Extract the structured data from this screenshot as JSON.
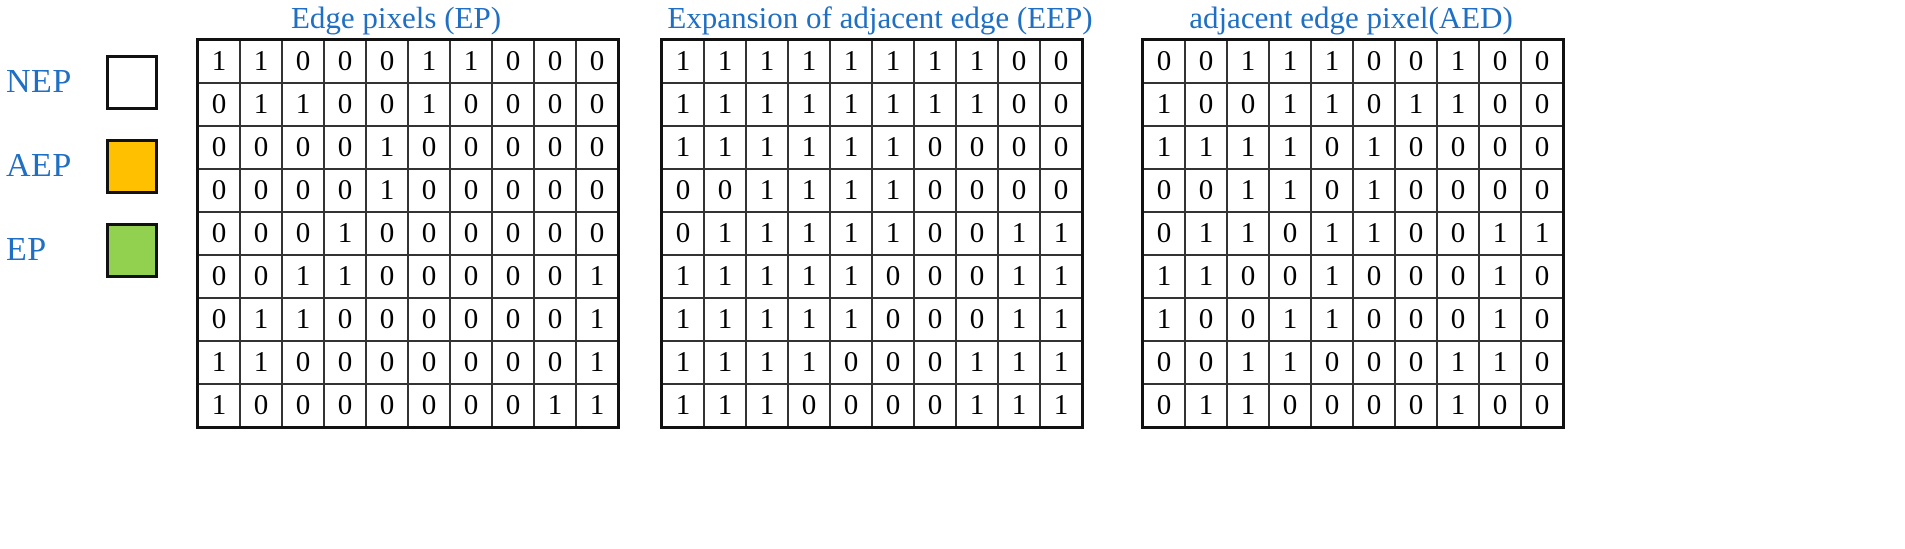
{
  "legend": {
    "items": [
      {
        "label": "NEP",
        "color": "#ffffff",
        "swatch_name": "nep-swatch"
      },
      {
        "label": "AEP",
        "color": "#FFC000",
        "swatch_name": "aep-swatch"
      },
      {
        "label": "EP",
        "color": "#92D050",
        "swatch_name": "ep-swatch"
      }
    ]
  },
  "colors": {
    "title_blue": "#1F6FC4",
    "green_ep": "#92D050",
    "yellow_aep": "#FFC000",
    "white_nep": "#ffffff",
    "border": "#111111"
  },
  "matrices": [
    {
      "id": "edge-pixels",
      "title": "Edge pixels (EP)",
      "rows": 9,
      "cols": 10,
      "values": [
        [
          "1",
          "1",
          "0",
          "0",
          "0",
          "1",
          "1",
          "0",
          "0",
          "0"
        ],
        [
          "0",
          "1",
          "1",
          "0",
          "0",
          "1",
          "0",
          "0",
          "0",
          "0"
        ],
        [
          "0",
          "0",
          "0",
          "0",
          "1",
          "0",
          "0",
          "0",
          "0",
          "0"
        ],
        [
          "0",
          "0",
          "0",
          "0",
          "1",
          "0",
          "0",
          "0",
          "0",
          "0"
        ],
        [
          "0",
          "0",
          "0",
          "1",
          "0",
          "0",
          "0",
          "0",
          "0",
          "0"
        ],
        [
          "0",
          "0",
          "1",
          "1",
          "0",
          "0",
          "0",
          "0",
          "0",
          "1"
        ],
        [
          "0",
          "1",
          "1",
          "0",
          "0",
          "0",
          "0",
          "0",
          "0",
          "1"
        ],
        [
          "1",
          "1",
          "0",
          "0",
          "0",
          "0",
          "0",
          "0",
          "0",
          "1"
        ],
        [
          "1",
          "0",
          "0",
          "0",
          "0",
          "0",
          "0",
          "0",
          "1",
          "1"
        ]
      ],
      "classes": [
        [
          "g",
          "g",
          "w",
          "w",
          "w",
          "g",
          "g",
          "w",
          "w",
          "w"
        ],
        [
          "w",
          "g",
          "g",
          "w",
          "w",
          "g",
          "w",
          "w",
          "w",
          "w"
        ],
        [
          "w",
          "w",
          "w",
          "w",
          "g",
          "w",
          "w",
          "w",
          "w",
          "w"
        ],
        [
          "w",
          "w",
          "w",
          "w",
          "g",
          "w",
          "w",
          "w",
          "w",
          "w"
        ],
        [
          "w",
          "w",
          "w",
          "g",
          "w",
          "w",
          "w",
          "w",
          "w",
          "w"
        ],
        [
          "w",
          "w",
          "g",
          "g",
          "w",
          "w",
          "w",
          "w",
          "w",
          "g"
        ],
        [
          "w",
          "g",
          "g",
          "w",
          "w",
          "w",
          "w",
          "w",
          "w",
          "g"
        ],
        [
          "g",
          "g",
          "w",
          "w",
          "w",
          "w",
          "w",
          "w",
          "w",
          "g"
        ],
        [
          "g",
          "w",
          "w",
          "w",
          "w",
          "w",
          "w",
          "w",
          "g",
          "g"
        ]
      ]
    },
    {
      "id": "expansion-adjacent-edge",
      "title": "Expansion of adjacent edge (EEP)",
      "rows": 9,
      "cols": 10,
      "values": [
        [
          "1",
          "1",
          "1",
          "1",
          "1",
          "1",
          "1",
          "1",
          "0",
          "0"
        ],
        [
          "1",
          "1",
          "1",
          "1",
          "1",
          "1",
          "1",
          "1",
          "0",
          "0"
        ],
        [
          "1",
          "1",
          "1",
          "1",
          "1",
          "1",
          "0",
          "0",
          "0",
          "0"
        ],
        [
          "0",
          "0",
          "1",
          "1",
          "1",
          "1",
          "0",
          "0",
          "0",
          "0"
        ],
        [
          "0",
          "1",
          "1",
          "1",
          "1",
          "1",
          "0",
          "0",
          "1",
          "1"
        ],
        [
          "1",
          "1",
          "1",
          "1",
          "1",
          "0",
          "0",
          "0",
          "1",
          "1"
        ],
        [
          "1",
          "1",
          "1",
          "1",
          "1",
          "0",
          "0",
          "0",
          "1",
          "1"
        ],
        [
          "1",
          "1",
          "1",
          "1",
          "0",
          "0",
          "0",
          "1",
          "1",
          "1"
        ],
        [
          "1",
          "1",
          "1",
          "0",
          "0",
          "0",
          "0",
          "1",
          "1",
          "1"
        ]
      ],
      "classes": [
        [
          "g",
          "g",
          "y",
          "y",
          "y",
          "g",
          "y",
          "g",
          "w",
          "w"
        ],
        [
          "y",
          "g",
          "g",
          "y",
          "y",
          "g",
          "g",
          "y",
          "w",
          "w"
        ],
        [
          "y",
          "y",
          "y",
          "y",
          "g",
          "y",
          "w",
          "w",
          "w",
          "w"
        ],
        [
          "w",
          "w",
          "y",
          "y",
          "g",
          "y",
          "w",
          "w",
          "w",
          "w"
        ],
        [
          "w",
          "y",
          "y",
          "g",
          "y",
          "y",
          "w",
          "w",
          "g",
          "g"
        ],
        [
          "y",
          "y",
          "g",
          "g",
          "y",
          "w",
          "w",
          "w",
          "g",
          "g"
        ],
        [
          "y",
          "g",
          "g",
          "y",
          "y",
          "w",
          "w",
          "w",
          "g",
          "g"
        ],
        [
          "y",
          "g",
          "y",
          "g",
          "w",
          "w",
          "w",
          "y",
          "g",
          "g"
        ],
        [
          "g",
          "y",
          "y",
          "w",
          "w",
          "w",
          "w",
          "y",
          "g",
          "g"
        ]
      ]
    },
    {
      "id": "adjacent-edge-pixel",
      "title": "adjacent edge pixel(AED)",
      "rows": 9,
      "cols": 10,
      "values": [
        [
          "0",
          "0",
          "1",
          "1",
          "1",
          "0",
          "0",
          "1",
          "0",
          "0"
        ],
        [
          "1",
          "0",
          "0",
          "1",
          "1",
          "0",
          "1",
          "1",
          "0",
          "0"
        ],
        [
          "1",
          "1",
          "1",
          "1",
          "0",
          "1",
          "0",
          "0",
          "0",
          "0"
        ],
        [
          "0",
          "0",
          "1",
          "1",
          "0",
          "1",
          "0",
          "0",
          "0",
          "0"
        ],
        [
          "0",
          "1",
          "1",
          "0",
          "1",
          "1",
          "0",
          "0",
          "1",
          "1"
        ],
        [
          "1",
          "1",
          "0",
          "0",
          "1",
          "0",
          "0",
          "0",
          "1",
          "0"
        ],
        [
          "1",
          "0",
          "0",
          "1",
          "1",
          "0",
          "0",
          "0",
          "1",
          "0"
        ],
        [
          "0",
          "0",
          "1",
          "1",
          "0",
          "0",
          "0",
          "1",
          "1",
          "0"
        ],
        [
          "0",
          "1",
          "1",
          "0",
          "0",
          "0",
          "0",
          "1",
          "0",
          "0"
        ]
      ],
      "classes": [
        [
          "w",
          "w",
          "y",
          "y",
          "y",
          "w",
          "w",
          "y",
          "w",
          "w"
        ],
        [
          "y",
          "w",
          "w",
          "y",
          "y",
          "w",
          "y",
          "y",
          "w",
          "w"
        ],
        [
          "y",
          "y",
          "y",
          "y",
          "w",
          "y",
          "w",
          "w",
          "w",
          "w"
        ],
        [
          "w",
          "w",
          "y",
          "y",
          "w",
          "y",
          "w",
          "w",
          "w",
          "w"
        ],
        [
          "w",
          "y",
          "y",
          "w",
          "y",
          "y",
          "w",
          "w",
          "y",
          "y"
        ],
        [
          "y",
          "y",
          "w",
          "w",
          "y",
          "w",
          "w",
          "w",
          "y",
          "w"
        ],
        [
          "y",
          "w",
          "w",
          "y",
          "y",
          "w",
          "w",
          "w",
          "y",
          "w"
        ],
        [
          "w",
          "w",
          "y",
          "y",
          "w",
          "w",
          "w",
          "y",
          "y",
          "w"
        ],
        [
          "w",
          "y",
          "y",
          "w",
          "w",
          "w",
          "w",
          "y",
          "w",
          "w"
        ]
      ]
    }
  ],
  "layout": {
    "matrix_left": [
      196,
      660,
      1141
    ],
    "matrix_title_width": [
      400,
      440,
      420
    ]
  }
}
